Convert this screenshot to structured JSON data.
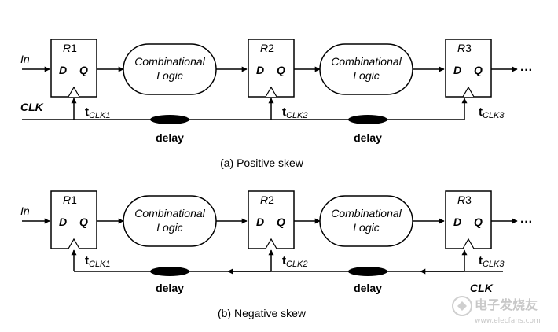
{
  "diagrams": [
    {
      "caption": "(a) Positive skew",
      "input": "In",
      "clock": "CLK",
      "registers": [
        {
          "name": "R",
          "index": "1",
          "d": "D",
          "q": "Q"
        },
        {
          "name": "R",
          "index": "2",
          "d": "D",
          "q": "Q"
        },
        {
          "name": "R",
          "index": "3",
          "d": "D",
          "q": "Q"
        }
      ],
      "logic": [
        {
          "line1": "Combinational",
          "line2": "Logic"
        },
        {
          "line1": "Combinational",
          "line2": "Logic"
        }
      ],
      "clock_taps": [
        {
          "t": "t",
          "sub": "CLK1"
        },
        {
          "t": "t",
          "sub": "CLK2"
        },
        {
          "t": "t",
          "sub": "CLK3"
        }
      ],
      "delays": [
        "delay",
        "delay"
      ],
      "continuation": "···"
    },
    {
      "caption": "(b) Negative skew",
      "input": "In",
      "clock": "CLK",
      "registers": [
        {
          "name": "R",
          "index": "1",
          "d": "D",
          "q": "Q"
        },
        {
          "name": "R",
          "index": "2",
          "d": "D",
          "q": "Q"
        },
        {
          "name": "R",
          "index": "3",
          "d": "D",
          "q": "Q"
        }
      ],
      "logic": [
        {
          "line1": "Combinational",
          "line2": "Logic"
        },
        {
          "line1": "Combinational",
          "line2": "Logic"
        }
      ],
      "clock_taps": [
        {
          "t": "t",
          "sub": "CLK1"
        },
        {
          "t": "t",
          "sub": "CLK2"
        },
        {
          "t": "t",
          "sub": "CLK3"
        }
      ],
      "delays": [
        "delay",
        "delay"
      ],
      "continuation": "···"
    }
  ],
  "watermark": {
    "title": "电子发烧友",
    "url": "www.elecfans.com"
  }
}
